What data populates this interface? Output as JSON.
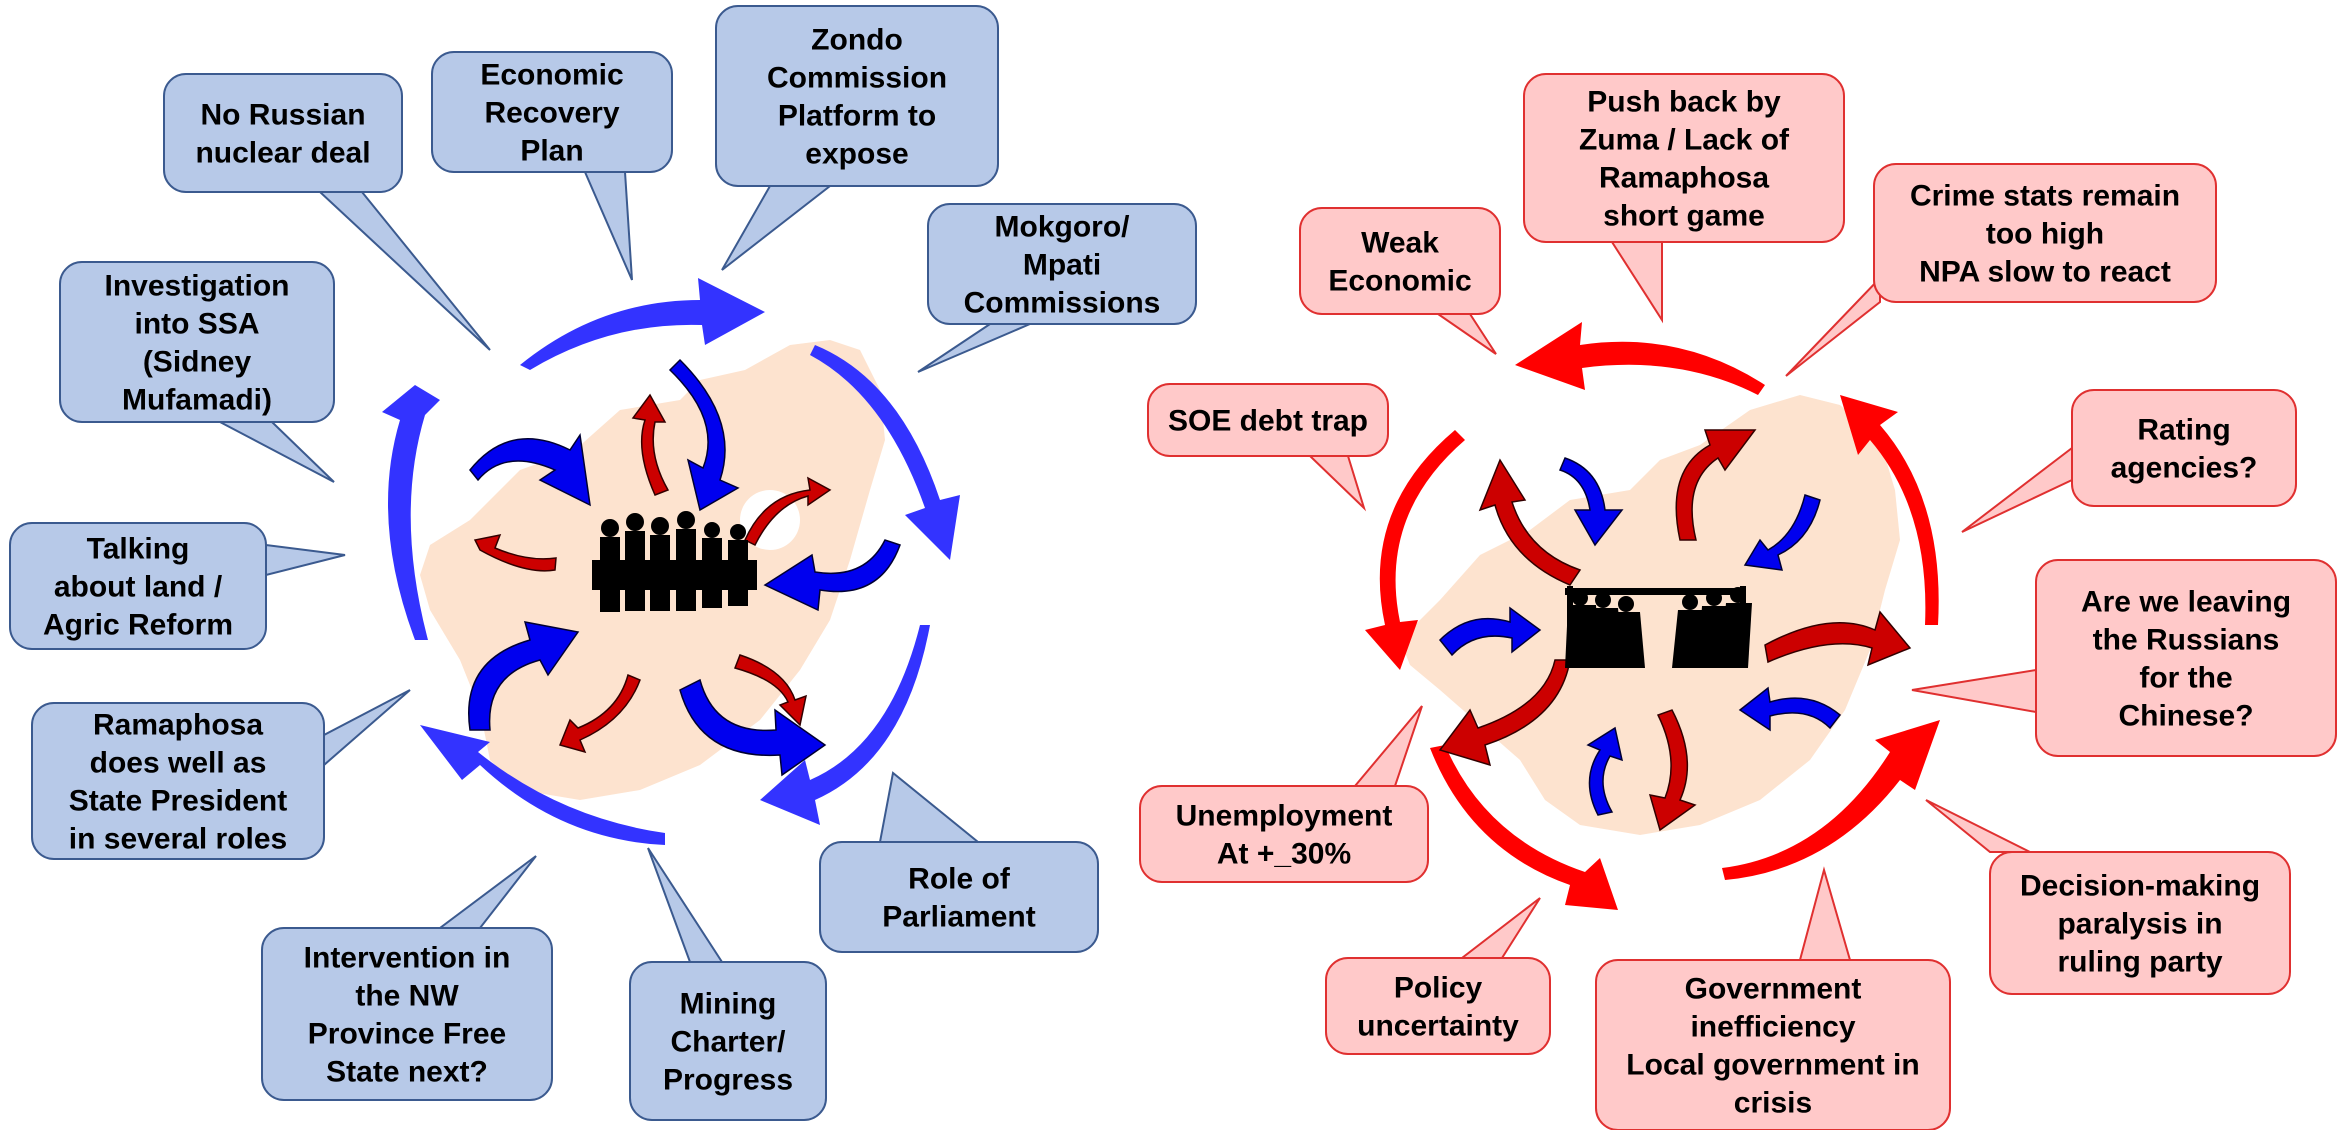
{
  "left_panel": {
    "bubble_fill": "#b7c9e8",
    "bubble_stroke": "#3b5a8f",
    "arrow_color": "#3333ff",
    "bubbles": [
      {
        "key": "zondo",
        "lines": [
          "Zondo",
          "Commission",
          "Platform to",
          "expose"
        ]
      },
      {
        "key": "economic-recovery",
        "lines": [
          "Economic",
          "Recovery",
          "Plan"
        ]
      },
      {
        "key": "russian-nuclear",
        "lines": [
          "No Russian",
          "nuclear deal"
        ]
      },
      {
        "key": "ssa-investigation",
        "lines": [
          "Investigation",
          "into SSA",
          "(Sidney",
          "Mufamadi)"
        ]
      },
      {
        "key": "land-reform",
        "lines": [
          "Talking",
          "about land /",
          "Agric Reform"
        ]
      },
      {
        "key": "ramaphosa-roles",
        "lines": [
          "Ramaphosa",
          "does well as",
          "State President",
          "in several roles"
        ]
      },
      {
        "key": "nw-intervention",
        "lines": [
          "Intervention in",
          "the NW",
          "Province Free",
          "State next?"
        ]
      },
      {
        "key": "mining-charter",
        "lines": [
          "Mining",
          "Charter/",
          "Progress"
        ]
      },
      {
        "key": "parliament",
        "lines": [
          "Role of",
          "Parliament"
        ]
      },
      {
        "key": "commissions",
        "lines": [
          "Mokgoro/",
          "Mpati",
          "Commissions"
        ]
      }
    ]
  },
  "right_panel": {
    "bubble_fill": "#ffc9c9",
    "bubble_stroke": "#e03030",
    "arrow_color": "#ff0000",
    "bubbles": [
      {
        "key": "weak-economic",
        "lines": [
          "Weak",
          "Economic"
        ]
      },
      {
        "key": "zuma-pushback",
        "lines": [
          "Push back by",
          "Zuma / Lack of",
          "Ramaphosa",
          "short game"
        ]
      },
      {
        "key": "crime-stats",
        "lines": [
          "Crime stats remain",
          "too high",
          "NPA slow to react"
        ]
      },
      {
        "key": "soe-debt",
        "lines": [
          "SOE debt trap"
        ]
      },
      {
        "key": "rating-agencies",
        "lines": [
          "Rating",
          "agencies?"
        ]
      },
      {
        "key": "russians-chinese",
        "lines": [
          "Are we leaving",
          "the Russians",
          "for the",
          "Chinese?"
        ]
      },
      {
        "key": "unemployment",
        "lines": [
          "Unemployment",
          "At +_30%"
        ]
      },
      {
        "key": "decision-paralysis",
        "lines": [
          "Decision-making",
          "paralysis in",
          "ruling party"
        ]
      },
      {
        "key": "policy-uncertainty",
        "lines": [
          "Policy",
          "uncertainty"
        ]
      },
      {
        "key": "government-inefficiency",
        "lines": [
          "Government",
          "inefficiency",
          "Local government in",
          "crisis"
        ]
      }
    ]
  },
  "map_color": "#fde3cf",
  "inner_blue": "#0000ee",
  "inner_red": "#cc0000",
  "silhouette_color": "#000000"
}
